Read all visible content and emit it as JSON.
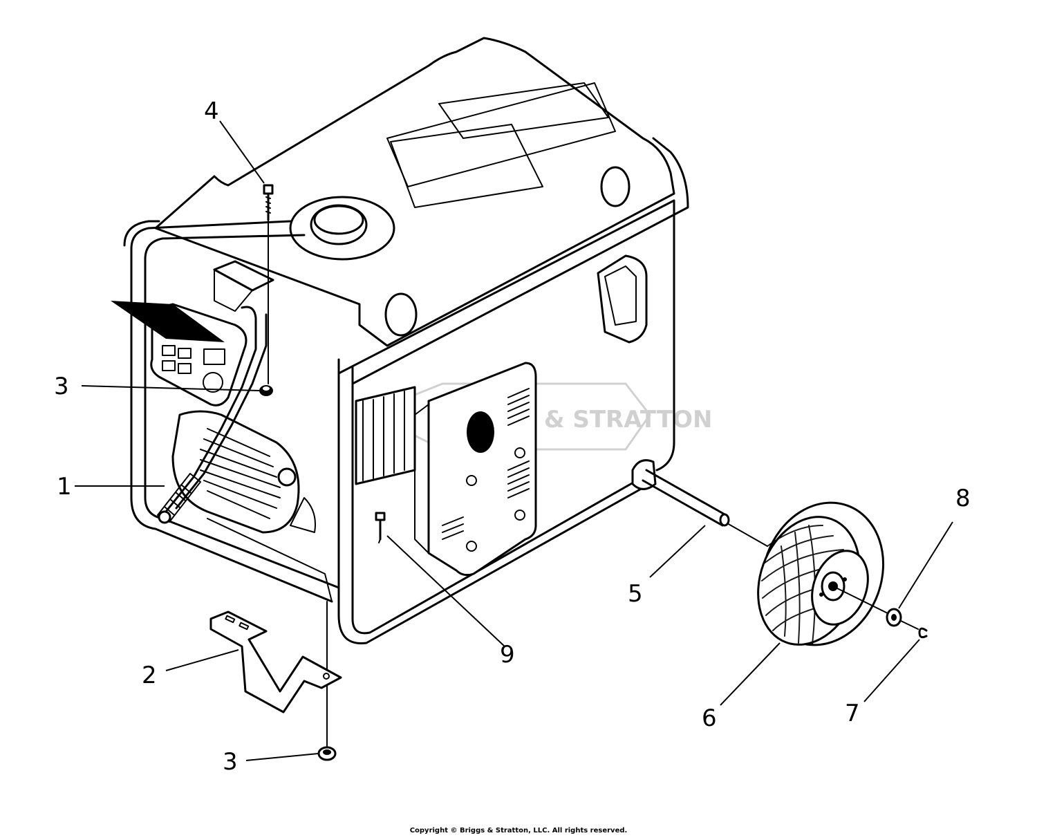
{
  "diagram": {
    "callouts": [
      {
        "id": "c1",
        "label": "1"
      },
      {
        "id": "c2",
        "label": "2"
      },
      {
        "id": "c3a",
        "label": "3"
      },
      {
        "id": "c3b",
        "label": "3"
      },
      {
        "id": "c4",
        "label": "4"
      },
      {
        "id": "c5",
        "label": "5"
      },
      {
        "id": "c6",
        "label": "6"
      },
      {
        "id": "c7",
        "label": "7"
      },
      {
        "id": "c8",
        "label": "8"
      },
      {
        "id": "c9",
        "label": "9"
      }
    ],
    "watermark": "BRIGGS & STRATTON",
    "copyright": "Copyright © Briggs & Stratton, LLC. All rights reserved."
  }
}
